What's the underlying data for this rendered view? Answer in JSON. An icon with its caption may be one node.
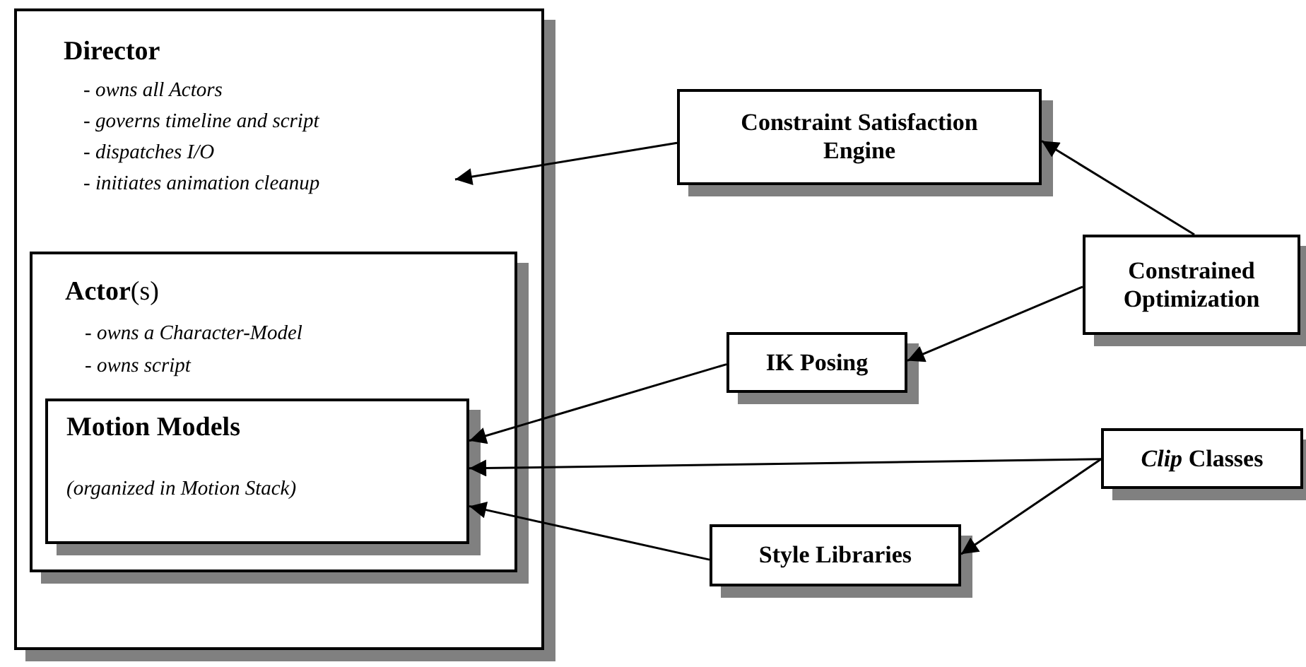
{
  "diagram": {
    "nodes": [
      {
        "text": [
          "Director",
          "- owns all Actors",
          "- governs timeline and script",
          "- dispatches I/O",
          "- initiates animation cleanup"
        ]
      },
      {
        "text": [
          "**Actor**(s)",
          "- owns a Character-Model",
          "- owns script"
        ],
        "in": 0
      },
      {
        "text": [
          "Motion Models",
          "(organized in Motion Stack)"
        ],
        "in": 1
      },
      {
        "text": [
          "Constraint Satisfaction Engine"
        ]
      },
      {
        "text": [
          "Constrained Optimization"
        ]
      },
      {
        "text": [
          "IK Posing"
        ]
      },
      {
        "text": [
          "*Clip* Classes"
        ]
      },
      {
        "text": [
          "Style Libraries"
        ]
      }
    ],
    "edges": [
      {
        "from": 3,
        "to": 0,
        "arrow": "to"
      },
      {
        "from": 4,
        "to": 3,
        "arrow": "to"
      },
      {
        "from": 4,
        "to": 5,
        "arrow": "to"
      },
      {
        "from": 5,
        "to": 2,
        "arrow": "to"
      },
      {
        "from": 6,
        "to": 2,
        "arrow": "to"
      },
      {
        "from": 6,
        "to": 7,
        "arrow": "to"
      },
      {
        "from": 7,
        "to": 2,
        "arrow": "to"
      }
    ]
  }
}
